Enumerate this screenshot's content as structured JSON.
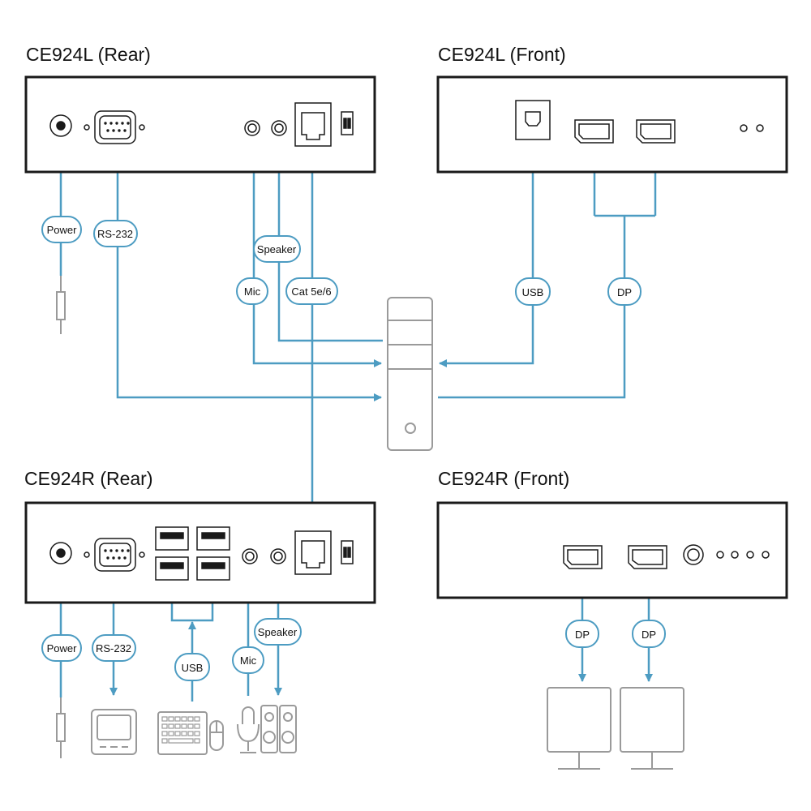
{
  "titles": {
    "l_rear": "CE924L (Rear)",
    "l_front": "CE924L (Front)",
    "r_rear": "CE924R (Rear)",
    "r_front": "CE924R (Front)"
  },
  "labels": {
    "power": "Power",
    "rs232": "RS-232",
    "speaker": "Speaker",
    "mic": "Mic",
    "cat": "Cat 5e/6",
    "usb": "USB",
    "dp": "DP"
  },
  "colors": {
    "cable": "#4d9cc2",
    "pill_border": "#4d9cc2",
    "device_outline": "#1a1a1a",
    "peripheral": "#9a9a9a"
  },
  "icons": [
    "power-jack-icon",
    "serial-port-icon",
    "audio-jack-icon",
    "rj45-port-icon",
    "dip-switch-icon",
    "usb-b-port-icon",
    "displayport-icon",
    "led-icon",
    "usb-a-port-icon",
    "computer-tower-icon",
    "power-plug-icon",
    "serial-terminal-icon",
    "keyboard-icon",
    "mouse-icon",
    "microphone-icon",
    "speakers-icon",
    "monitor-icon"
  ]
}
